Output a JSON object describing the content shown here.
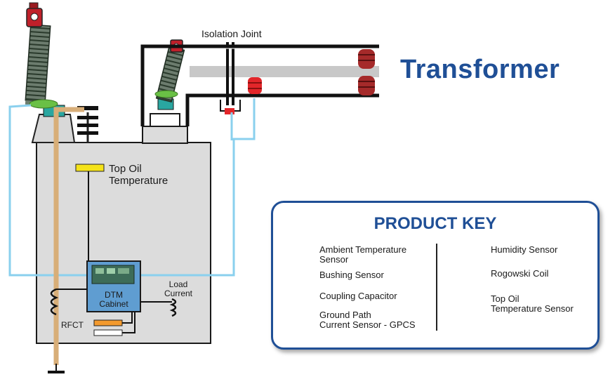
{
  "title": "Transformer",
  "labels": {
    "isolation_joint": "Isolation Joint",
    "top_oil": "Top Oil Temperature",
    "top_oil_l1": "Top Oil",
    "top_oil_l2": "Temperature",
    "dtm_l1": "DTM",
    "dtm_l2": "Cabinet",
    "load_l1": "Load",
    "load_l2": "Current",
    "rfct": "RFCT"
  },
  "product_key": {
    "title": "PRODUCT KEY",
    "left": [
      {
        "icon": "ambient-sensor-icon",
        "l1": "Ambient Temperature",
        "l2": "Sensor"
      },
      {
        "icon": "bushing-sensor-icon",
        "l1": "Bushing Sensor",
        "l2": ""
      },
      {
        "icon": "coupling-capacitor-icon",
        "l1": "Coupling Capacitor",
        "l2": ""
      },
      {
        "icon": "gpcs-icon",
        "l1": "Ground Path",
        "l2": "Current Sensor - GPCS"
      }
    ],
    "right": [
      {
        "icon": "humidity-sensor-icon",
        "l1": "Humidity Sensor",
        "l2": ""
      },
      {
        "icon": "rogowski-coil-icon",
        "l1": "Rogowski Coil",
        "l2": ""
      },
      {
        "icon": "top-oil-sensor-icon",
        "l1": "Top Oil",
        "l2": "Temperature Sensor"
      }
    ]
  },
  "colors": {
    "brand_blue": "#1f4f96",
    "tank_gray": "#dcdcdc",
    "signal_cable": "#8ad0ee",
    "ground_rod": "#d8ae78",
    "ambient_orange": "#f39a2e",
    "top_oil_yellow": "#f5e31a",
    "rogowski_green": "#6ac045",
    "capacitor_red": "#e2262a",
    "bushing_red": "#c0202a"
  }
}
